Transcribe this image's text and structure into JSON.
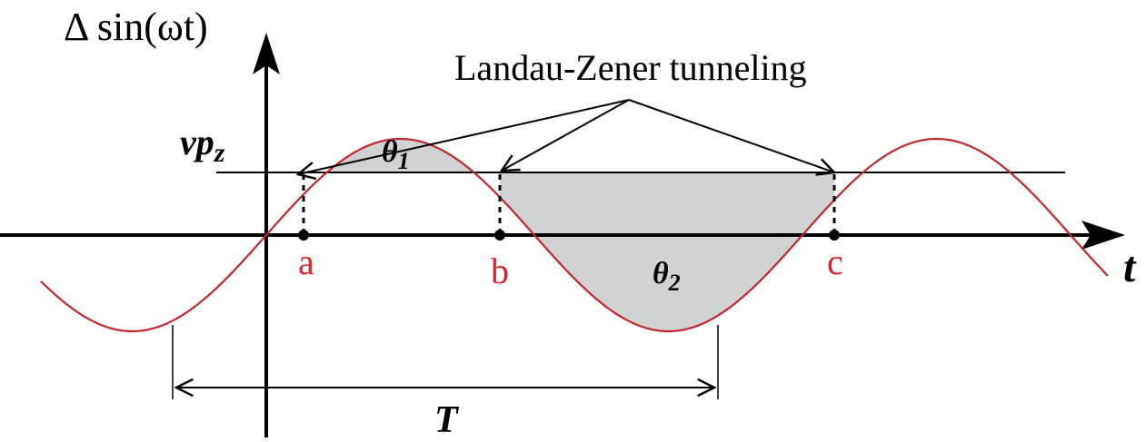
{
  "diagram": {
    "y_axis_label": "Δ sin(ωt)",
    "x_axis_label": "t",
    "threshold_label": "vp",
    "threshold_subscript": "z",
    "annotation": "Landau-Zener tunneling",
    "theta1": "θ",
    "theta1_sub": "1",
    "theta2": "θ",
    "theta2_sub": "2",
    "period_label": "T",
    "points": [
      {
        "label": "a"
      },
      {
        "label": "b"
      },
      {
        "label": "c"
      }
    ],
    "colors": {
      "curve": "#c0282d",
      "point_label": "#d8262e",
      "shade": "#d1d2d4",
      "ink": "#000000"
    }
  }
}
